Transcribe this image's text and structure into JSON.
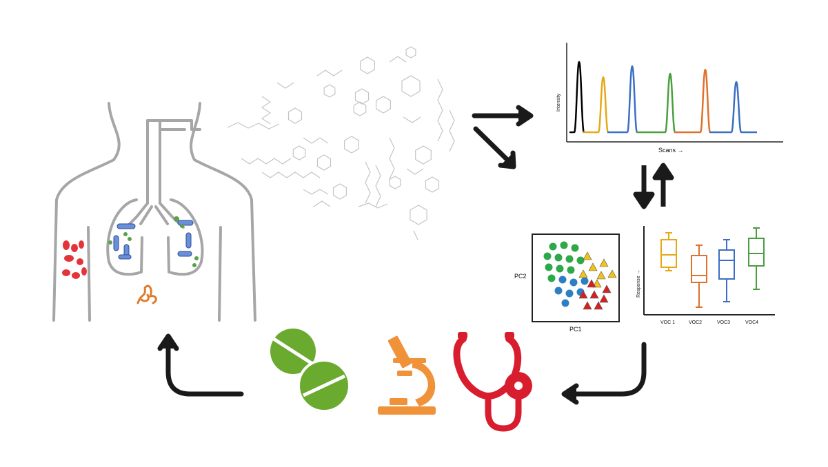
{
  "chromatogram": {
    "ylabel": "Intensity",
    "xlabel": "Scans →",
    "peaks": [
      {
        "color": "#000000"
      },
      {
        "color": "#e6a817"
      },
      {
        "color": "#3a6fc4"
      },
      {
        "color": "#4a9e3f"
      },
      {
        "color": "#e0702a"
      },
      {
        "color": "#3a6fc4"
      }
    ]
  },
  "pca": {
    "xlabel": "PC1",
    "ylabel": "PC2",
    "groups": [
      {
        "shape": "circle",
        "color": "#2ea84a"
      },
      {
        "shape": "circle",
        "color": "#2d7fc4"
      },
      {
        "shape": "triangle",
        "color": "#f2c21a"
      },
      {
        "shape": "triangle",
        "color": "#d62020"
      }
    ]
  },
  "boxplot": {
    "ylabel": "Response →",
    "categories": [
      "VOC 1",
      "VOC2",
      "VOC3",
      "VOC4"
    ],
    "colors": [
      "#e6a817",
      "#e0702a",
      "#3a6fc4",
      "#4a9e3f"
    ]
  },
  "colors": {
    "arrow": "#1a1a1a",
    "outline": "#a0a0a0",
    "pill": "#6aaa2e",
    "microscope": "#f0923a",
    "stethoscope": "#d81e2e"
  },
  "icons": [
    "lungs",
    "molecules",
    "arrow",
    "pills",
    "microscope",
    "stethoscope"
  ]
}
